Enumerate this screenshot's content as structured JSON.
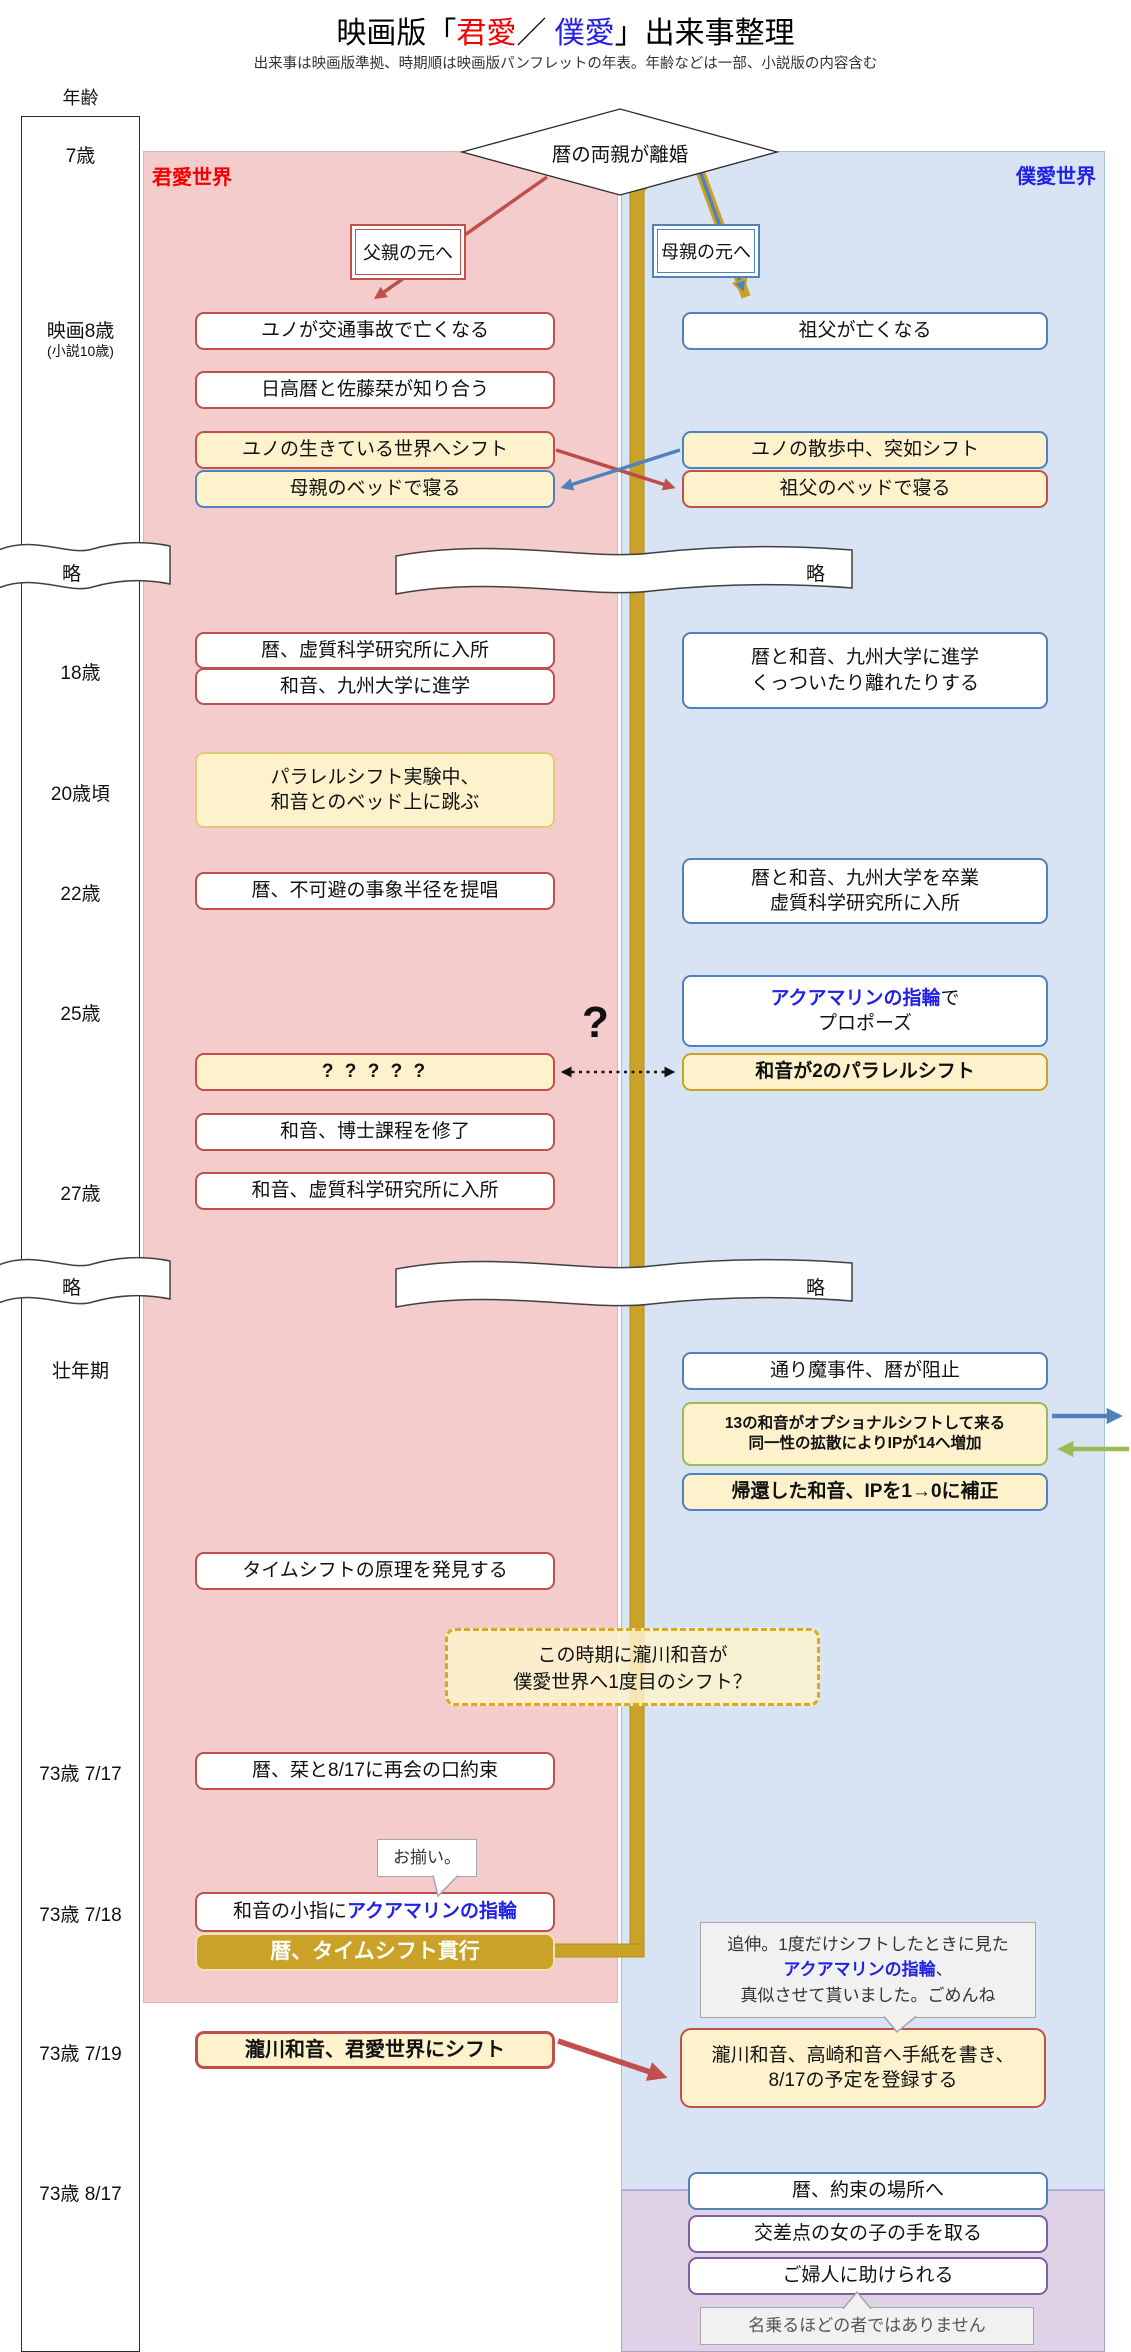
{
  "title": {
    "prefix": "映画版「",
    "kimi": "君愛",
    "slash": "／ ",
    "boku": "僕愛",
    "suffix": "」出来事整理"
  },
  "subtitle": "出来事は映画版準拠、時期順は映画版パンフレットの年表。年齢などは一部、小説版の内容含む",
  "age_axis": {
    "header": "年齢",
    "a7": "7歳",
    "a8": "映画8歳",
    "a8s": "(小説10歳)",
    "a18": "18歳",
    "a20": "20歳頃",
    "a22": "22歳",
    "a25": "25歳",
    "a27": "27歳",
    "sounen": "壮年期",
    "d717": "73歳 7/17",
    "d718": "73歳 7/18",
    "d719": "73歳 7/19",
    "d817": "73歳 8/17"
  },
  "worlds": {
    "kimi": "君愛世界",
    "boku": "僕愛世界"
  },
  "diamond": {
    "label": "暦の両親が離婚"
  },
  "branch": {
    "father": "父親の元へ",
    "mother": "母親の元へ"
  },
  "ribbon": {
    "label": "略"
  },
  "kimi_events": {
    "yuno_dies": "ユノが交通事故で亡くなる",
    "meet_shiori": "日高暦と佐藤栞が知り合う",
    "shift_to_yuno": "ユノの生きている世界へシフト",
    "mother_bed": "母親のベッドで寝る",
    "koyomi_institute": "暦、虚質科学研究所に入所",
    "kazune_univ": "和音、九州大学に進学",
    "parallel_test_1": "パラレルシフト実験中、",
    "parallel_test_2": "和音とのベッド上に跳ぶ",
    "radius": "暦、不可避の事象半径を提唱",
    "unknown": "? ? ? ? ?",
    "doctorate": "和音、博士課程を修了",
    "kazune_institute": "和音、虚質科学研究所に入所",
    "timeshift_principle": "タイムシフトの原理を発見する",
    "promise": "暦、栞と8/17に再会の口約束",
    "ring_prefix": "和音の小指に",
    "ring_highlight": "アクアマリンの指輪",
    "timeshift_exec": "暦、タイムシフト貫行",
    "kazune_shift": "瀧川和音、君愛世界にシフト"
  },
  "boku_events": {
    "grandfather_dies": "祖父が亡くなる",
    "sudden_shift": "ユノの散歩中、突如シフト",
    "grandfather_bed": "祖父のベッドで寝る",
    "univ_1": "暦と和音、九州大学に進学",
    "univ_2": "くっついたり離れたりする",
    "graduate_1": "暦と和音、九州大学を卒業",
    "graduate_2": "虚質科学研究所に入所",
    "propose_hl": "アクアマリンの指輪",
    "propose_suffix": "で",
    "propose_2": "プロポーズ",
    "parallel2": "和音が2のパラレルシフト",
    "robber": "通り魔事件、暦が阻止",
    "optional_1": "13の和音がオプショナルシフトして来る",
    "optional_2": "同一性の拡散によりIPが14へ増加",
    "ip_fix": "帰還した和音、IPを1→0に補正",
    "letter_1": "瀧川和音、高崎和音へ手紙を書き、",
    "letter_2": "8/17の予定を登録する",
    "meeting": "暦、約束の場所へ",
    "crossing": "交差点の女の子の手を取る",
    "lady": "ご婦人に助けられる"
  },
  "notes": {
    "question": "?",
    "dashed_1": "この時期に瀧川和音が",
    "dashed_2": "僕愛世界へ1度目のシフト？",
    "osoroi": "お揃い。",
    "ps_1": "追伸。1度だけシフトしたときに見た",
    "ps_hl": "アクアマリンの指輪",
    "ps_tail": "、",
    "ps_3": "真似させて貰いました。ごめんね",
    "nanoru": "名乗るほどの者ではありません"
  },
  "colors": {
    "kimi_bg": "#F4CCCC",
    "boku_bg": "#D8E3F3",
    "late_bg": "#DFD2E6",
    "kimi_accent": "#C0504D",
    "boku_accent": "#4F81BD",
    "gold": "#C9A227",
    "green": "#9BBB59",
    "yellow_box": "#FDF2CC",
    "kimi_label": "#F40000",
    "boku_label": "#2222E5",
    "highlight_blue": "#2222E5"
  }
}
